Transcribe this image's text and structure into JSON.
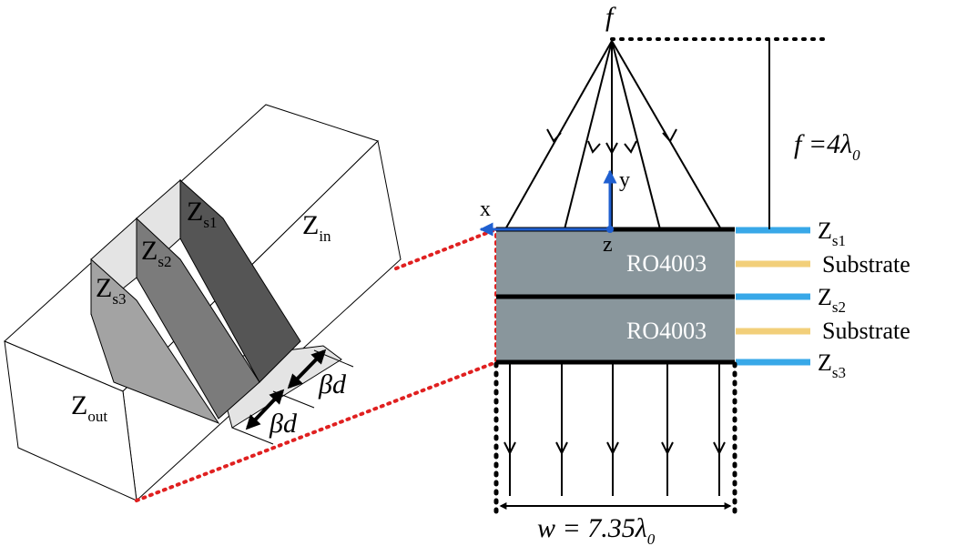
{
  "colors": {
    "panel_fill": "#89969C",
    "zs_line": "#38A8E8",
    "substrate_line": "#F2CF7A",
    "axis_blue": "#1F5FD0",
    "dashed_red": "#E02020",
    "slab1": "#555555",
    "slab2": "#7B7B7B",
    "slab3": "#A3A3A3",
    "slab_top": "#E0E0E0"
  },
  "left_figure": {
    "z_in": {
      "base": "Z",
      "sub": "in"
    },
    "z_out": {
      "base": "Z",
      "sub": "out"
    },
    "z_s1": {
      "base": "Z",
      "sub": "s1"
    },
    "z_s2": {
      "base": "Z",
      "sub": "s2"
    },
    "z_s3": {
      "base": "Z",
      "sub": "s3"
    },
    "spacing_1": "βd",
    "spacing_2": "βd"
  },
  "right_figure": {
    "focus_label": "f",
    "focal_length": {
      "lhs": "f",
      "eq": " =4λ",
      "sub": "0"
    },
    "axis_x": "x",
    "axis_y": "y",
    "axis_z": "z",
    "layer1_material": "RO4003",
    "layer2_material": "RO4003",
    "width_label": {
      "lhs": "w",
      "eq": " = 7.35λ",
      "sub": "0"
    }
  },
  "legend": [
    {
      "type": "zs",
      "base": "Z",
      "sub": "s1"
    },
    {
      "type": "substrate",
      "text": "Substrate"
    },
    {
      "type": "zs",
      "base": "Z",
      "sub": "s2"
    },
    {
      "type": "substrate",
      "text": "Substrate"
    },
    {
      "type": "zs",
      "base": "Z",
      "sub": "s3"
    }
  ]
}
